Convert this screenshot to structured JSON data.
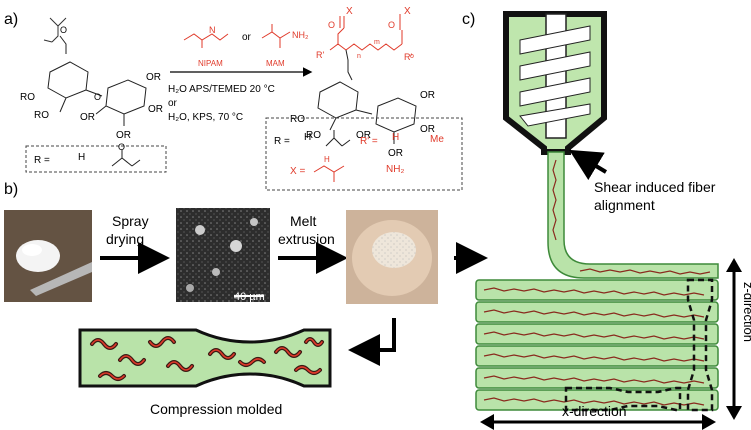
{
  "panels": {
    "a": "a)",
    "b": "b)",
    "c": "c)"
  },
  "scheme": {
    "monomer_1": "NIPAM",
    "or": "or",
    "monomer_2": "MAM",
    "conditions_1": "H₂O APS/TEMED 20 °C",
    "conditions_or": "or",
    "conditions_2": "H₂O, KPS, 70 °C",
    "r_group_label": "R =",
    "r_h": "H",
    "r2_label": "R =",
    "r2_h": "H",
    "rprime_label": "R' =",
    "rprime_h": "H",
    "rprime_me": "Me",
    "x_label": "X =",
    "x_nh2": "NH₂",
    "x_h": "H",
    "ro": "RO",
    "or_group": "OR",
    "o_atom": "O",
    "nh": "H",
    "n_atom": "N",
    "nh2": "NH₂",
    "sub_n": "n",
    "sub_m": "m",
    "sub_o": "o",
    "x_sym": "X",
    "rp_sym": "R'",
    "rr": "R"
  },
  "process": {
    "step1": [
      "Spray",
      "drying"
    ],
    "step2": [
      "Melt",
      "extrusion"
    ],
    "scale_bar": "40 µm",
    "compression": "Compression molded"
  },
  "printing": {
    "shear_label": [
      "Shear induced fiber",
      "alignment"
    ],
    "z_dir": "z-direction",
    "x_dir": "x-direction"
  },
  "colors": {
    "red": "#e03a2a",
    "green_fill": "#b9e3a9",
    "green_stroke": "#3e8a3a",
    "fiber_dark": "#3b1a14"
  }
}
